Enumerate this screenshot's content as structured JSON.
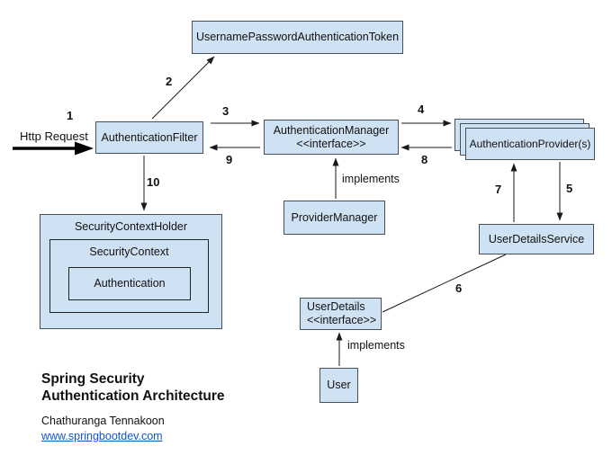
{
  "diagram": {
    "background": "#ffffff",
    "colors": {
      "box_fill": "#cfe2f3",
      "box_border": "#44505c",
      "line": "#1a1a1a",
      "link": "#1155cc"
    },
    "nodes": {
      "token": {
        "label": "UsernamePasswordAuthenticationToken"
      },
      "filter": {
        "label": "AuthenticationFilter"
      },
      "manager": {
        "line1": "AuthenticationManager",
        "line2": "<<interface>>"
      },
      "provider": {
        "label": "AuthenticationProvider(s)"
      },
      "provider_manager": {
        "label": "ProviderManager"
      },
      "user_details_service": {
        "label": "UserDetailsService"
      },
      "user_details": {
        "line1": "UserDetails",
        "line2": "<<interface>>"
      },
      "user": {
        "label": "User"
      },
      "security_context_holder": {
        "label": "SecurityContextHolder"
      },
      "security_context": {
        "label": "SecurityContext"
      },
      "authentication": {
        "label": "Authentication"
      }
    },
    "edge_labels": {
      "n1": "1",
      "n2": "2",
      "n3": "3",
      "n4": "4",
      "n5": "5",
      "n6": "6",
      "n7": "7",
      "n8": "8",
      "n9": "9",
      "n10": "10",
      "implements_manager": "implements",
      "implements_user": "implements"
    },
    "annotations": {
      "http_request": "Http Request"
    },
    "footer": {
      "title_line1": "Spring Security",
      "title_line2": "Authentication Architecture",
      "author": "Chathuranga Tennakoon",
      "website": "www.springbootdev.com"
    }
  }
}
